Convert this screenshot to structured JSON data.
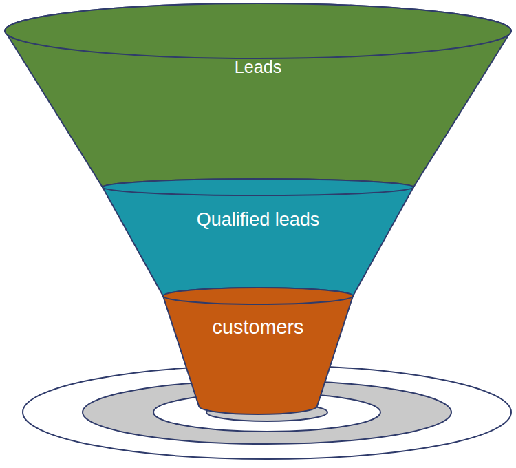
{
  "diagram": {
    "nodes": [
      {
        "text": [
          "Leads"
        ]
      },
      {
        "text": [
          "Qualified leads"
        ]
      },
      {
        "text": [
          "customers"
        ]
      }
    ]
  }
}
